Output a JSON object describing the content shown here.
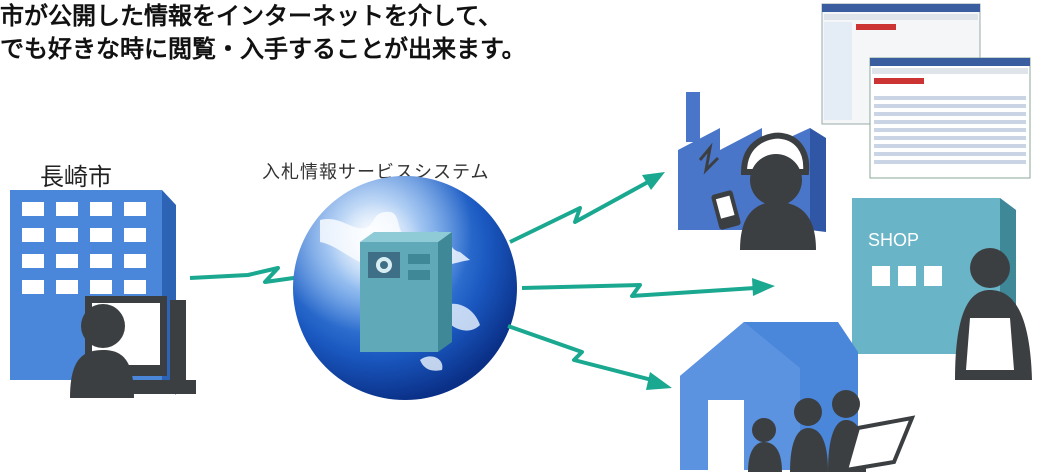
{
  "headline": {
    "line1": "市が公開した情報をインターネットを介して、",
    "line2": "でも好きな時に閲覧・入手することが出来ます。"
  },
  "labels": {
    "city": "長崎市",
    "system": "入札情報サービスシステム",
    "shop": "SHOP"
  },
  "colors": {
    "building": "#4a86d9",
    "globe": "#1f63c9",
    "server": "#5fa9b9",
    "factory": "#4a76c9",
    "shop": "#6ab4c8",
    "person": "#3c3f42",
    "arrow": "#1aa890"
  }
}
